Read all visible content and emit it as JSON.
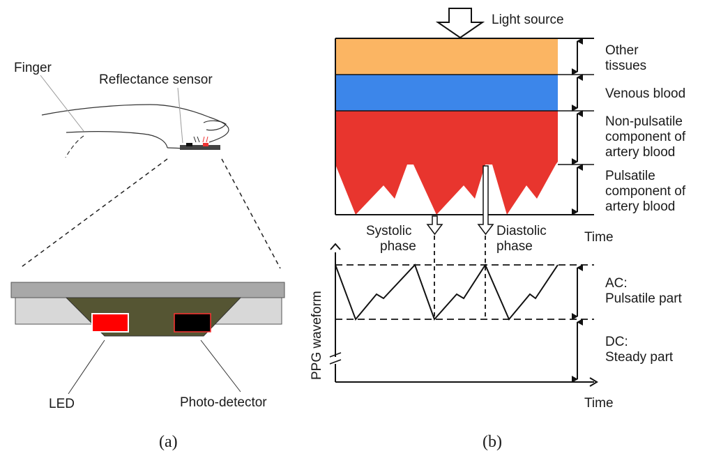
{
  "panel_a": {
    "caption": "(a)",
    "labels": {
      "finger": "Finger",
      "sensor": "Reflectance sensor",
      "led": "LED",
      "detector": "Photo-detector"
    },
    "colors": {
      "led": "#ff0000",
      "detector": "#000000",
      "housing": "#555533",
      "board": "#d8d8d8"
    }
  },
  "panel_b": {
    "caption": "(b)",
    "light_source": "Light source",
    "layers": [
      {
        "line1": "Other",
        "line2": "tissues",
        "line3": "",
        "color": "#fbb563"
      },
      {
        "line1": "Venous blood",
        "line2": "",
        "line3": "",
        "color": "#3c86ea"
      },
      {
        "line1": "Non-pulsatile",
        "line2": "component of",
        "line3": "artery blood",
        "color": "#e8352e"
      },
      {
        "line1": "Pulsatile",
        "line2": "component of",
        "line3": "artery blood",
        "color": "#e8352e"
      }
    ],
    "time_label_top": "Time",
    "phases": {
      "systolic_1": "Systolic",
      "systolic_2": "phase",
      "diastolic_1": "Diastolic",
      "diastolic_2": "phase"
    },
    "ylabel": "PPG waveform",
    "ac_1": "AC:",
    "ac_2": "Pulsatile part",
    "dc_1": "DC:",
    "dc_2": "Steady part",
    "time_label_bottom": "Time"
  }
}
